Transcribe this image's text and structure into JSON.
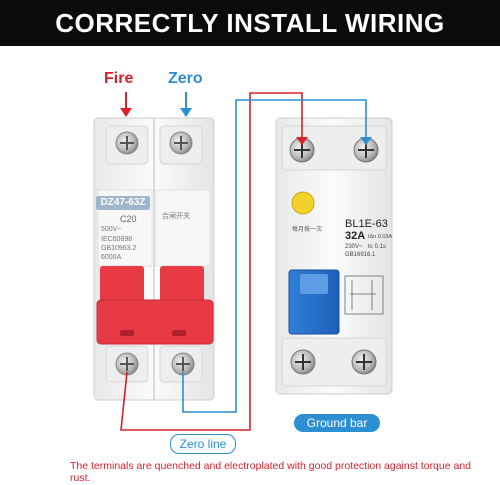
{
  "banner": {
    "title": "CORRECTLY INSTALL WIRING"
  },
  "labels": {
    "fire": "Fire",
    "zero": "Zero",
    "zero_line": "Zero line",
    "ground_bar": "Ground bar"
  },
  "breaker": {
    "model": "DZ47-63Z",
    "rating": "C20",
    "voltage": "500V~",
    "std1": "IEC60898",
    "std2": "GB10963.2",
    "capacity": "6000A",
    "switch_note": "合闸开关"
  },
  "rcd": {
    "model": "BL1E-63",
    "current": "32A",
    "trip": "IΔn 0.03A",
    "voltage": "230V~",
    "trip_time": "t≤ 0.1s",
    "standard": "GB16916.1",
    "test_note": "每月按一次"
  },
  "footer": {
    "note": "The terminals are quenched and electroplated with good protection against torque and rust."
  },
  "colors": {
    "fire": "#d9212c",
    "zero": "#2b8fd1",
    "banner_bg": "#0b0b0b",
    "handle": "#e83a45"
  }
}
